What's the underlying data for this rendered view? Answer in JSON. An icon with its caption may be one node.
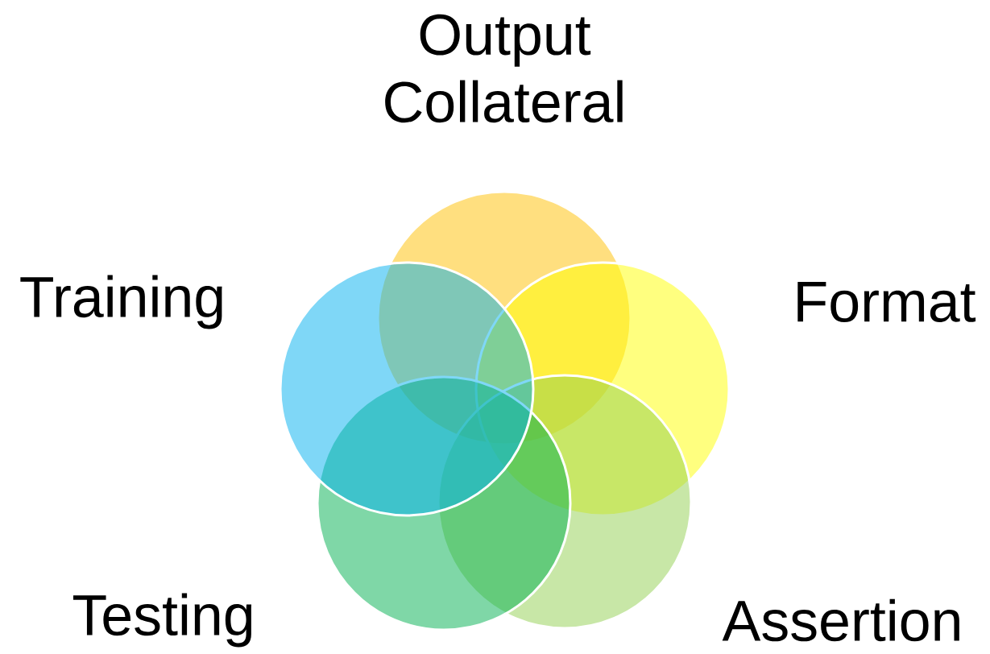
{
  "diagram": {
    "nodes": [
      {
        "text": [
          "Output Collateral"
        ]
      },
      {
        "text": [
          "Training"
        ]
      },
      {
        "text": [
          "Format"
        ]
      },
      {
        "text": [
          "Testing"
        ]
      },
      {
        "text": [
          "Assertion"
        ]
      }
    ]
  }
}
